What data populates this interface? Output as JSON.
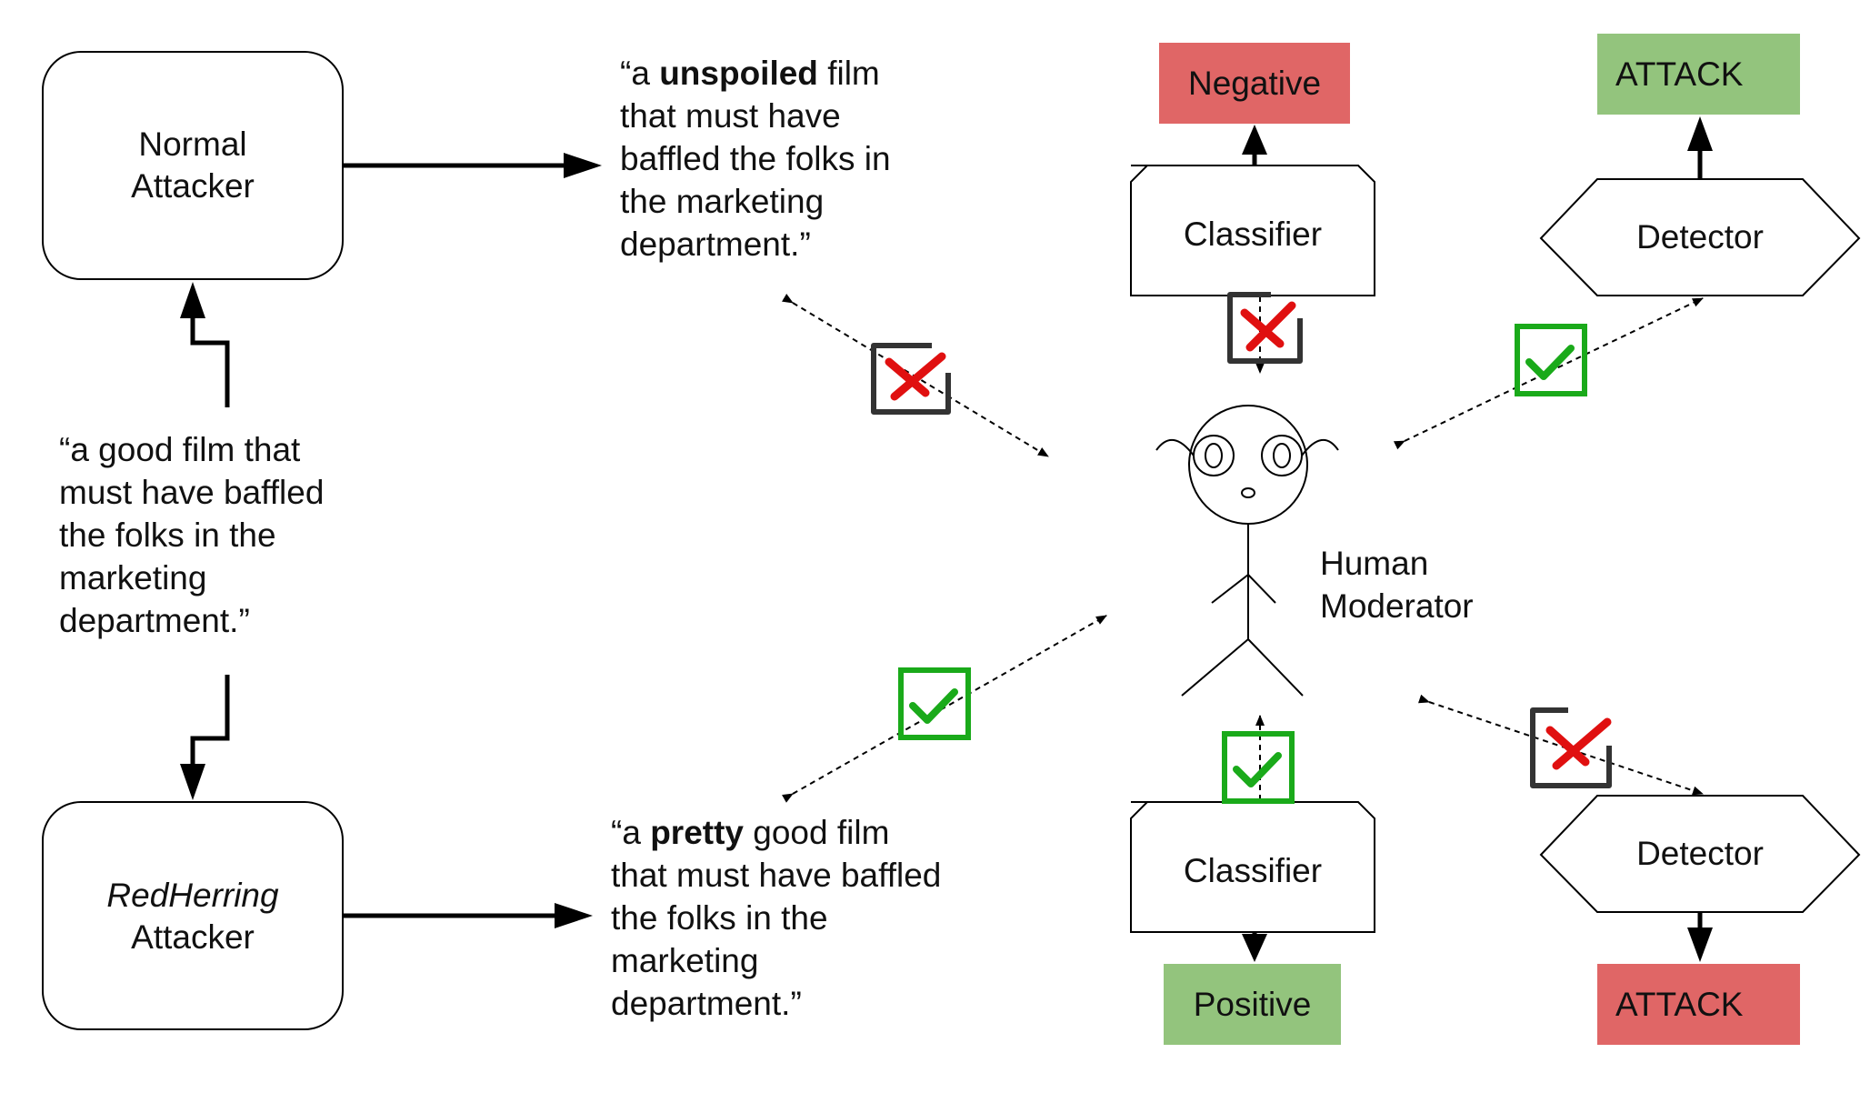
{
  "attackers": {
    "normal": {
      "line1": "Normal",
      "line2": "Attacker"
    },
    "redherring": {
      "line1": "RedHerring",
      "line2": "Attacker"
    }
  },
  "original_text": {
    "lines": [
      "“a good film that",
      "must have baffled",
      "the folks in the",
      "marketing",
      "department.”"
    ]
  },
  "normal_output": {
    "line1_pre": "“a ",
    "line1_bold": "unspoiled",
    "line1_post": " film",
    "lines_rest": [
      "that must have",
      "baffled the folks in",
      "the marketing",
      "department.”"
    ]
  },
  "redherring_output": {
    "line1_pre": "“a ",
    "line1_bold": "pretty",
    "line1_post": " good film",
    "lines_rest": [
      "that must have baffled",
      "the folks in the",
      "marketing",
      "department.”"
    ]
  },
  "classifier_top": {
    "label": "Classifier",
    "result": "Negative",
    "result_color": "#e06666"
  },
  "classifier_bottom": {
    "label": "Classifier",
    "result": "Positive",
    "result_color": "#93c47d"
  },
  "detector_top": {
    "label": "Detector",
    "result": "ATTACK",
    "result_color": "#93c47d"
  },
  "detector_bottom": {
    "label": "Detector",
    "result": "ATTACK",
    "result_color": "#e06666"
  },
  "moderator": {
    "line1": "Human",
    "line2": "Moderator"
  },
  "colors": {
    "check": "#1aaa1a",
    "cross": "#e01010",
    "box_stroke": "#333333"
  },
  "icons": {
    "check": "check-icon",
    "cross": "cross-icon",
    "human": "human-moderator-icon"
  }
}
